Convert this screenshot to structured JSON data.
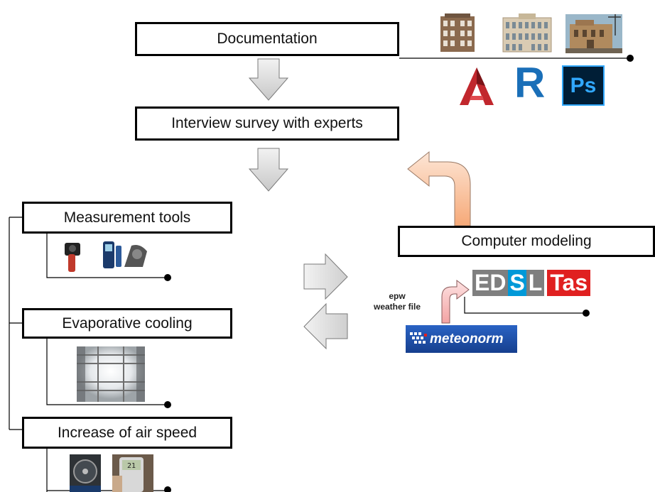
{
  "boxes": {
    "documentation": "Documentation",
    "interview": "Interview survey with experts",
    "measurement": "Measurement tools",
    "evaporative": "Evaporative cooling",
    "airspeed": "Increase of air speed",
    "modeling": "Computer modeling"
  },
  "labels": {
    "epw_line1": "epw",
    "epw_line2": "weather file"
  },
  "logos": {
    "ps": "Ps",
    "r": "R",
    "edsl_ed": "ED",
    "edsl_s": "S",
    "edsl_l": "L",
    "tas": "Tas",
    "meteonorm": "meteonorm",
    "meter_reading": "21"
  },
  "colors": {
    "arrow_gray": "#d9d9d9",
    "arrow_peach": "#f9cba6",
    "arrow_pink": "#f6b8b8",
    "autocad_red": "#c1272d",
    "revit_blue": "#1a6fb8",
    "ps_bg": "#001e36",
    "ps_fg": "#31a8ff",
    "edsl_gray": "#7f7f7f",
    "edsl_blue": "#0099d8",
    "tas_red": "#e02020",
    "meteonorm_blue": "#1f4fa8"
  }
}
